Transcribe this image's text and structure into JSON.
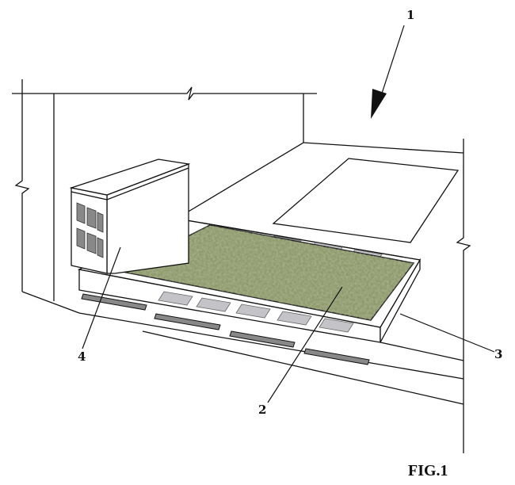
{
  "figure": {
    "caption": "FIG.1",
    "labels": {
      "assembly": "1",
      "green_surface": "2",
      "tray": "3",
      "cabinet": "4"
    }
  },
  "colors": {
    "line": "#111111",
    "surface": "#8e9a6c",
    "slat": "#c4c4c8",
    "vent": "#888888"
  }
}
